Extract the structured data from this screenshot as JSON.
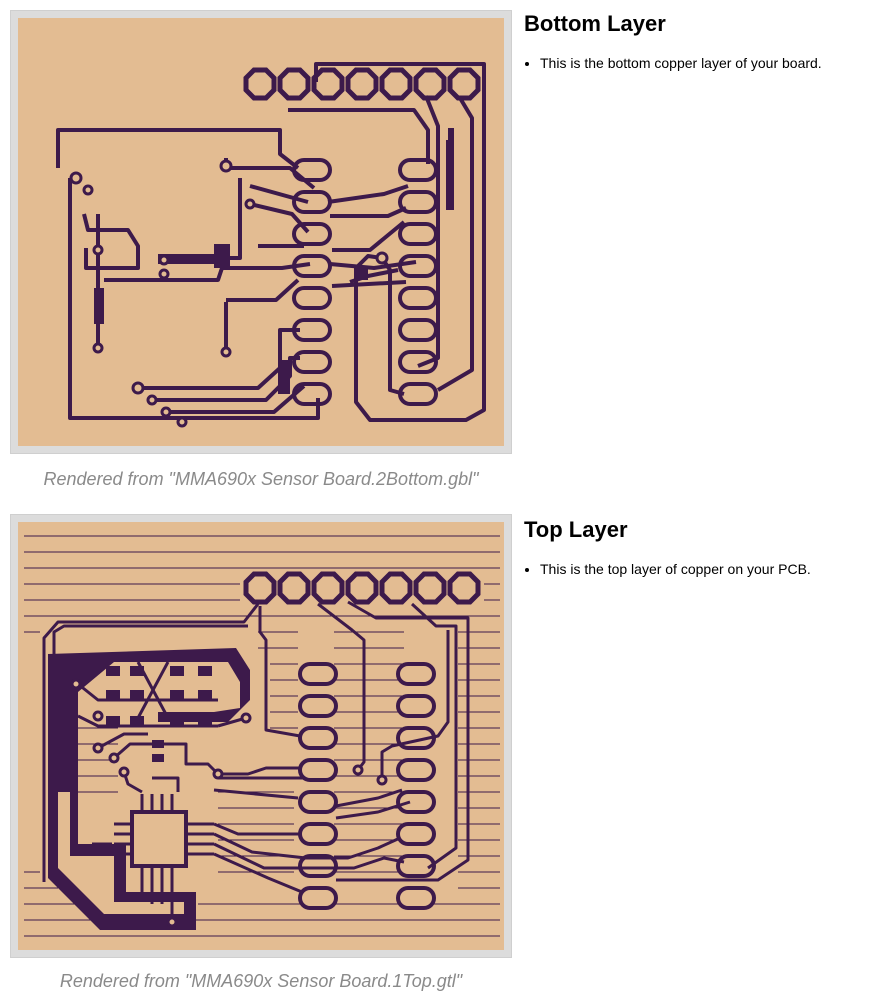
{
  "layers": [
    {
      "id": "bottom",
      "heading": "Bottom Layer",
      "bullet": "This is the bottom copper layer of your board.",
      "caption": "Rendered from \"MMA690x Sensor Board.2Bottom.gbl\""
    },
    {
      "id": "top",
      "heading": "Top Layer",
      "bullet": "This is the top layer of copper on your PCB.",
      "caption": "Rendered from \"MMA690x Sensor Board.1Top.gtl\""
    }
  ],
  "colors": {
    "board": "#e3bc92",
    "copper": "#3d1a4b",
    "frame": "#dcdcdc",
    "caption": "#8a8a8a"
  }
}
